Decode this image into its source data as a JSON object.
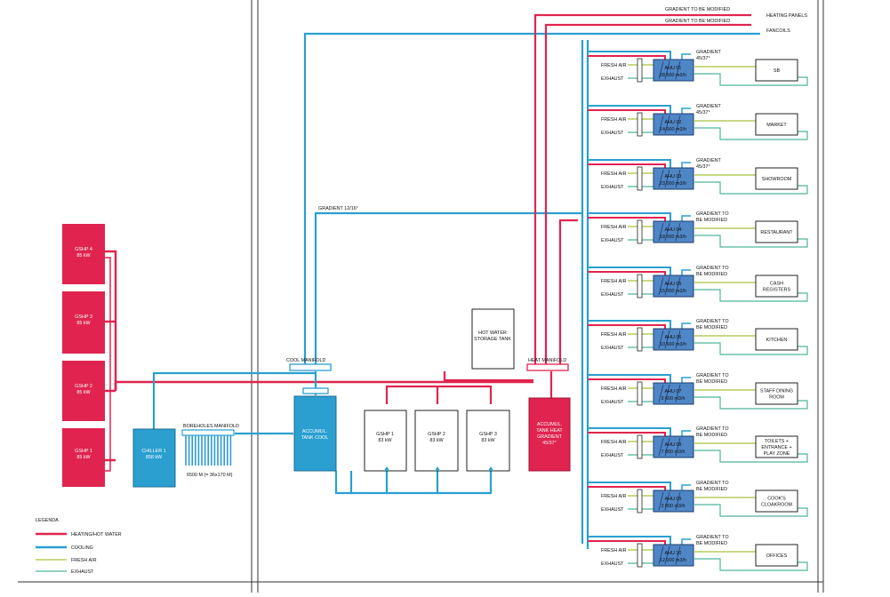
{
  "colors": {
    "heating": "#e0244f",
    "cooling": "#2a9fd0",
    "fresh_air": "#a8c23a",
    "exhaust": "#4fb39a",
    "red_box": "#e0244f",
    "blue_box": "#2a9fd0",
    "ahu_box": "#4f86c6"
  },
  "top_labels": {
    "gradient_1": "GRADIENT TO BE MODIFIED",
    "gradient_2": "GRADIENT TO BE MODIFIED",
    "heating_panels": "HEATING PANELS",
    "fancoils": "FANCOILS",
    "gradient_cool": "GRADIENT 12/16°"
  },
  "gshp_left": [
    {
      "name": "GSHP 4",
      "power": "85 kW"
    },
    {
      "name": "GSHP 3",
      "power": "85 kW"
    },
    {
      "name": "GSHP 2",
      "power": "85 kW"
    },
    {
      "name": "GSHP 1",
      "power": "85 kW"
    }
  ],
  "chiller": {
    "name": "CHILLER 1",
    "power": "858 kW"
  },
  "boreholes": {
    "title": "BOREHOLES MANIFOLD",
    "caption": "6500 M (= 36x170 M)"
  },
  "cool_manifold": "COOL MANIFOLD",
  "heat_manifold": "HEAT MANIFOLD",
  "accumul_cool": {
    "line1": "ACCUMUL.",
    "line2": "TANK COOL"
  },
  "accumul_heat": {
    "line1": "ACCUMUL.",
    "line2": "TANK HEAT",
    "line3": "GRADIENT",
    "line4": "45/37°"
  },
  "hot_water_tank": {
    "line1": "HOT WATER",
    "line2": "STORAGE TANK"
  },
  "gshp_right": [
    {
      "name": "GSHP 1",
      "power": "83 kW"
    },
    {
      "name": "GSHP 2",
      "power": "83 kW"
    },
    {
      "name": "GSHP 3",
      "power": "83 kW"
    }
  ],
  "ahu_labels": {
    "fresh_air": "FRESH AIR",
    "exhaust": "EXHAUST"
  },
  "ahu_rows": [
    {
      "unit": "AHU 01",
      "flow": "28 500 m3/h",
      "grad1": "GRADIENT",
      "grad2": "45/37°",
      "room1": "SB",
      "room2": ""
    },
    {
      "unit": "AHU 02",
      "flow": "14 000 m3/h",
      "grad1": "GRADIENT",
      "grad2": "45/37°",
      "room1": "MARKET",
      "room2": ""
    },
    {
      "unit": "AHU 03",
      "flow": "23 000 m3/h",
      "grad1": "GRADIENT",
      "grad2": "45/37°",
      "room1": "SHOWROOM",
      "room2": ""
    },
    {
      "unit": "AHU 04",
      "flow": "18 000 m3/h",
      "grad1": "GRADIENT TO",
      "grad2": "BE MODIFIED",
      "room1": "RESTAURANT",
      "room2": ""
    },
    {
      "unit": "AHU 05",
      "flow": "15 000 m3/h",
      "grad1": "GRADIENT TO",
      "grad2": "BE MODIFIED",
      "room1": "CASH",
      "room2": "REGISTERS"
    },
    {
      "unit": "AHU 06",
      "flow": "10 500 m3/h",
      "grad1": "GRADIENT TO",
      "grad2": "BE MODIFIED",
      "room1": "KITCHEN",
      "room2": ""
    },
    {
      "unit": "AHU 07",
      "flow": "3 600 m3/h",
      "grad1": "GRADIENT TO",
      "grad2": "BE MODIFIED",
      "room1": "STAFF DINING",
      "room2": "ROOM"
    },
    {
      "unit": "AHU 08",
      "flow": "7 000 m3/h",
      "grad1": "GRADIENT TO",
      "grad2": "BE MODIFIED",
      "room1": "TOILETS +",
      "room2": "ENTRANCE +",
      "room3": "PLAY ZONE"
    },
    {
      "unit": "AHU 09",
      "flow": "3 000 m3/h",
      "grad1": "GRADIENT TO",
      "grad2": "BE MODIFIED",
      "room1": "COOK'S",
      "room2": "CLOAKROOM"
    },
    {
      "unit": "AHU 10",
      "flow": "12 000 m3/h",
      "grad1": "GRADIENT TO",
      "grad2": "BE MODIFIED",
      "room1": "OFFICES",
      "room2": ""
    }
  ],
  "legend": {
    "title": "LEGENDA",
    "items": [
      {
        "label": "HEATING/HOT WATER",
        "color": "#e0244f",
        "swatch": "heating"
      },
      {
        "label": "COOLING",
        "color": "#2a9fd0",
        "swatch": "cooling"
      },
      {
        "label": "FRESH AIR",
        "color": "#a8c23a",
        "swatch": "fresh_air"
      },
      {
        "label": "EXHAUST",
        "color": "#4fb39a",
        "swatch": "exhaust"
      }
    ]
  }
}
